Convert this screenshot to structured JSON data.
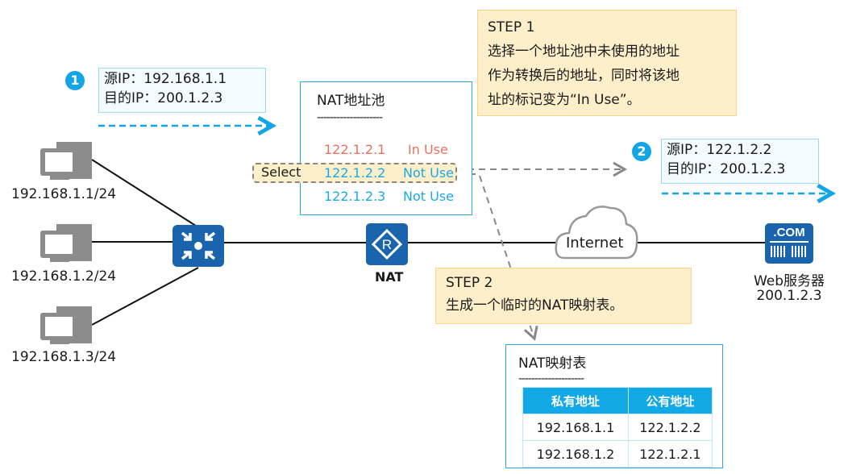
{
  "packet1": {
    "badge": "1",
    "src": "源IP：192.168.1.1",
    "dst": "目的IP：200.1.2.3"
  },
  "packet2": {
    "badge": "2",
    "src": "源IP：122.1.2.2",
    "dst": "目的IP：200.1.2.3"
  },
  "step1": {
    "title": "STEP 1",
    "lines": [
      "选择一个地址池中未使用的地址",
      "作为转换后的地址，同时将该地",
      "址的标记变为“In Use”。"
    ]
  },
  "step2": {
    "title": "STEP 2",
    "text": "生成一个临时的NAT映射表。"
  },
  "pool": {
    "title": "NAT地址池",
    "separator": "--------------------",
    "select_label": "Select",
    "rows": [
      {
        "ip": "122.1.2.1",
        "status": "In Use"
      },
      {
        "ip": "122.1.2.2",
        "status": "Not Use"
      },
      {
        "ip": "122.1.2.3",
        "status": "Not Use"
      }
    ]
  },
  "hosts": [
    {
      "label": "192.168.1.1/24"
    },
    {
      "label": "192.168.1.2/24"
    },
    {
      "label": "192.168.1.3/24"
    }
  ],
  "switch": {
    "icon": "switch-icon"
  },
  "router": {
    "label": "NAT",
    "icon": "router-icon"
  },
  "cloud": {
    "label": "Internet"
  },
  "server": {
    "badge": ".COM",
    "name": "Web服务器",
    "ip": "200.1.2.3"
  },
  "map_table": {
    "title": "NAT映射表",
    "separator": "--------------------",
    "headers": [
      "私有地址",
      "公有地址"
    ],
    "rows": [
      [
        "192.168.1.1",
        "122.1.2.2"
      ],
      [
        "192.168.1.2",
        "122.1.2.1"
      ]
    ]
  },
  "colors": {
    "accent_blue": "#14a5e6",
    "device_blue": "#1a63ad",
    "step_fill": "#fdefc9",
    "in_use": "#e8705f",
    "not_use": "#1ba9e6"
  }
}
